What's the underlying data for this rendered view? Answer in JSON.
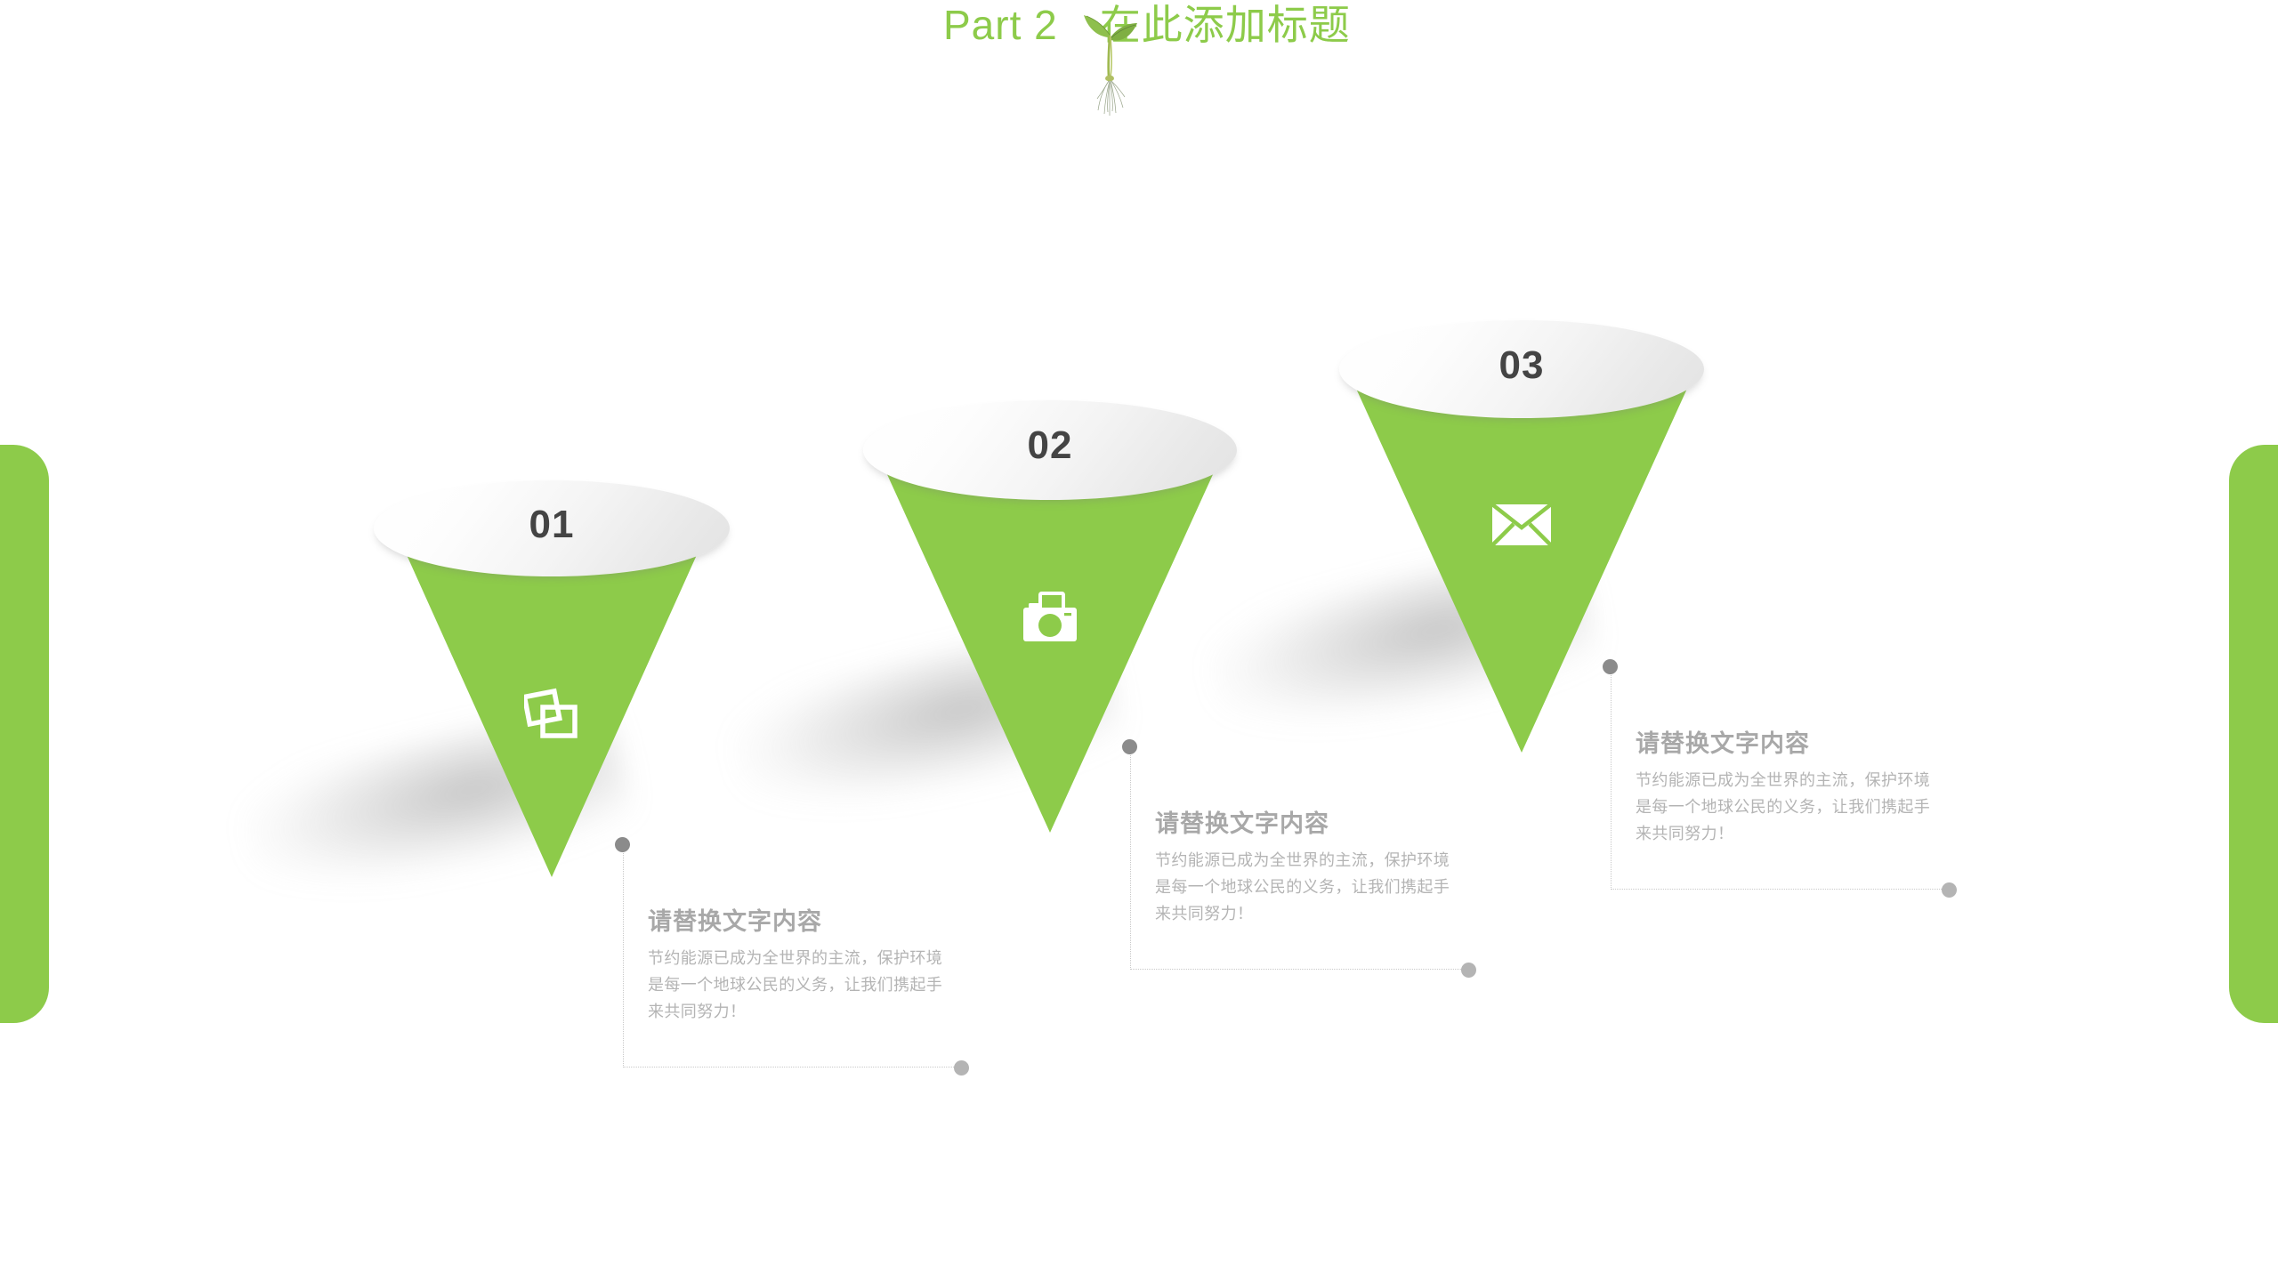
{
  "slide": {
    "title": "Part 2　在此添加标题",
    "title_color": "#8DCB4A",
    "background_color": "#ffffff",
    "accent_color": "#8DCB4A",
    "sprout_icon": "sprout-seedling-illustration"
  },
  "decorations": {
    "left_bar": "green-rounded-bar",
    "right_bar": "green-rounded-bar"
  },
  "items": [
    {
      "number": "01",
      "icon": "photos-stack-icon",
      "heading": "请替换文字内容",
      "body": "节约能源已成为全世界的主流，保护环境是每一个地球公民的义务，让我们携起手来共同努力！"
    },
    {
      "number": "02",
      "icon": "camera-icon",
      "heading": "请替换文字内容",
      "body": "节约能源已成为全世界的主流，保护环境是每一个地球公民的义务，让我们携起手来共同努力！"
    },
    {
      "number": "03",
      "icon": "envelope-mail-icon",
      "heading": "请替换文字内容",
      "body": "节约能源已成为全世界的主流，保护环境是每一个地球公民的义务，让我们携起手来共同努力！"
    }
  ]
}
